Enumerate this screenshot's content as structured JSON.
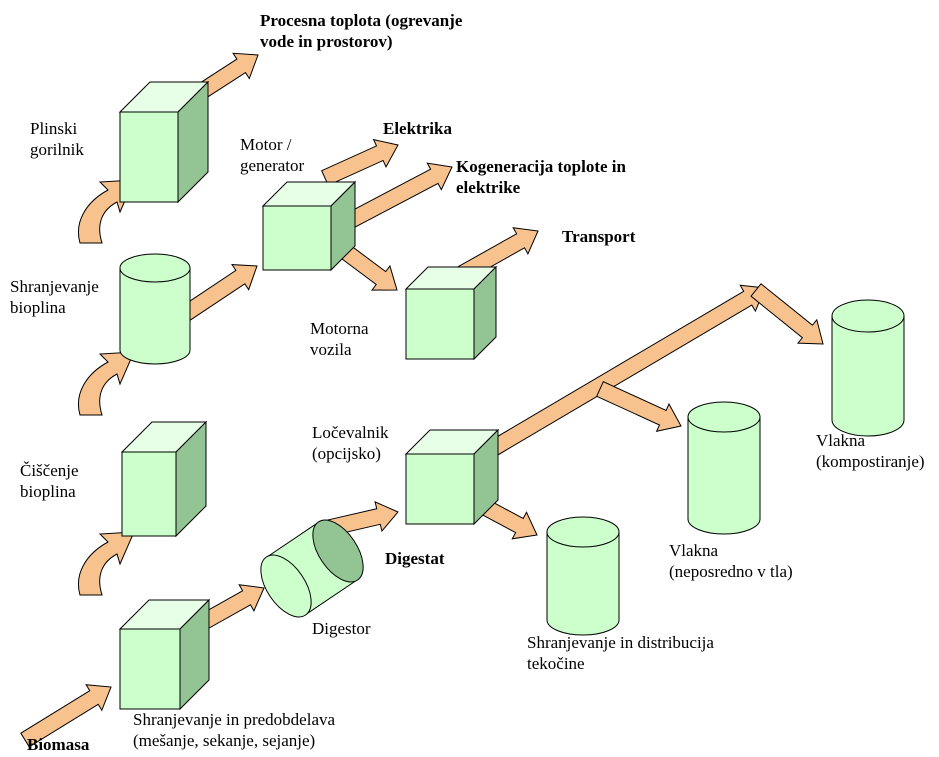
{
  "colors": {
    "box_front": "#ccffcc",
    "box_top": "#e6ffe6",
    "box_side": "#93c493",
    "arrow_fill": "#f7c28e",
    "outline": "#000000"
  },
  "labels": {
    "process_heat": [
      "Procesna toplota (ogrevanje",
      "vode in prostorov)"
    ],
    "gas_burner": [
      "Plinski",
      "gorilnik"
    ],
    "motor_generator": [
      "Motor /",
      "generator"
    ],
    "electricity": "Elektrika",
    "cogeneration": [
      "Kogeneracija toplote in",
      "elektrike"
    ],
    "transport": "Transport",
    "biogas_storage": [
      "Shranjevanje",
      "bioplina"
    ],
    "motor_vehicles": [
      "Motorna",
      "vozila"
    ],
    "biogas_cleaning": [
      "Čiščenje",
      "bioplina"
    ],
    "separator": [
      "Ločevalnik",
      "(opcijsko)"
    ],
    "fibers_compost": [
      "Vlakna",
      "(kompostiranje)"
    ],
    "fibers_soil": [
      "Vlakna",
      "(neposredno v tla)"
    ],
    "digestate": "Digestat",
    "digester": "Digestor",
    "liquid_storage": [
      "Shranjevanje in distribucija",
      "tekočine"
    ],
    "pretreatment": [
      "Shranjevanje in predobdelava",
      "(mešanje, sekanje, sejanje)"
    ],
    "biomass": "Biomasa"
  }
}
